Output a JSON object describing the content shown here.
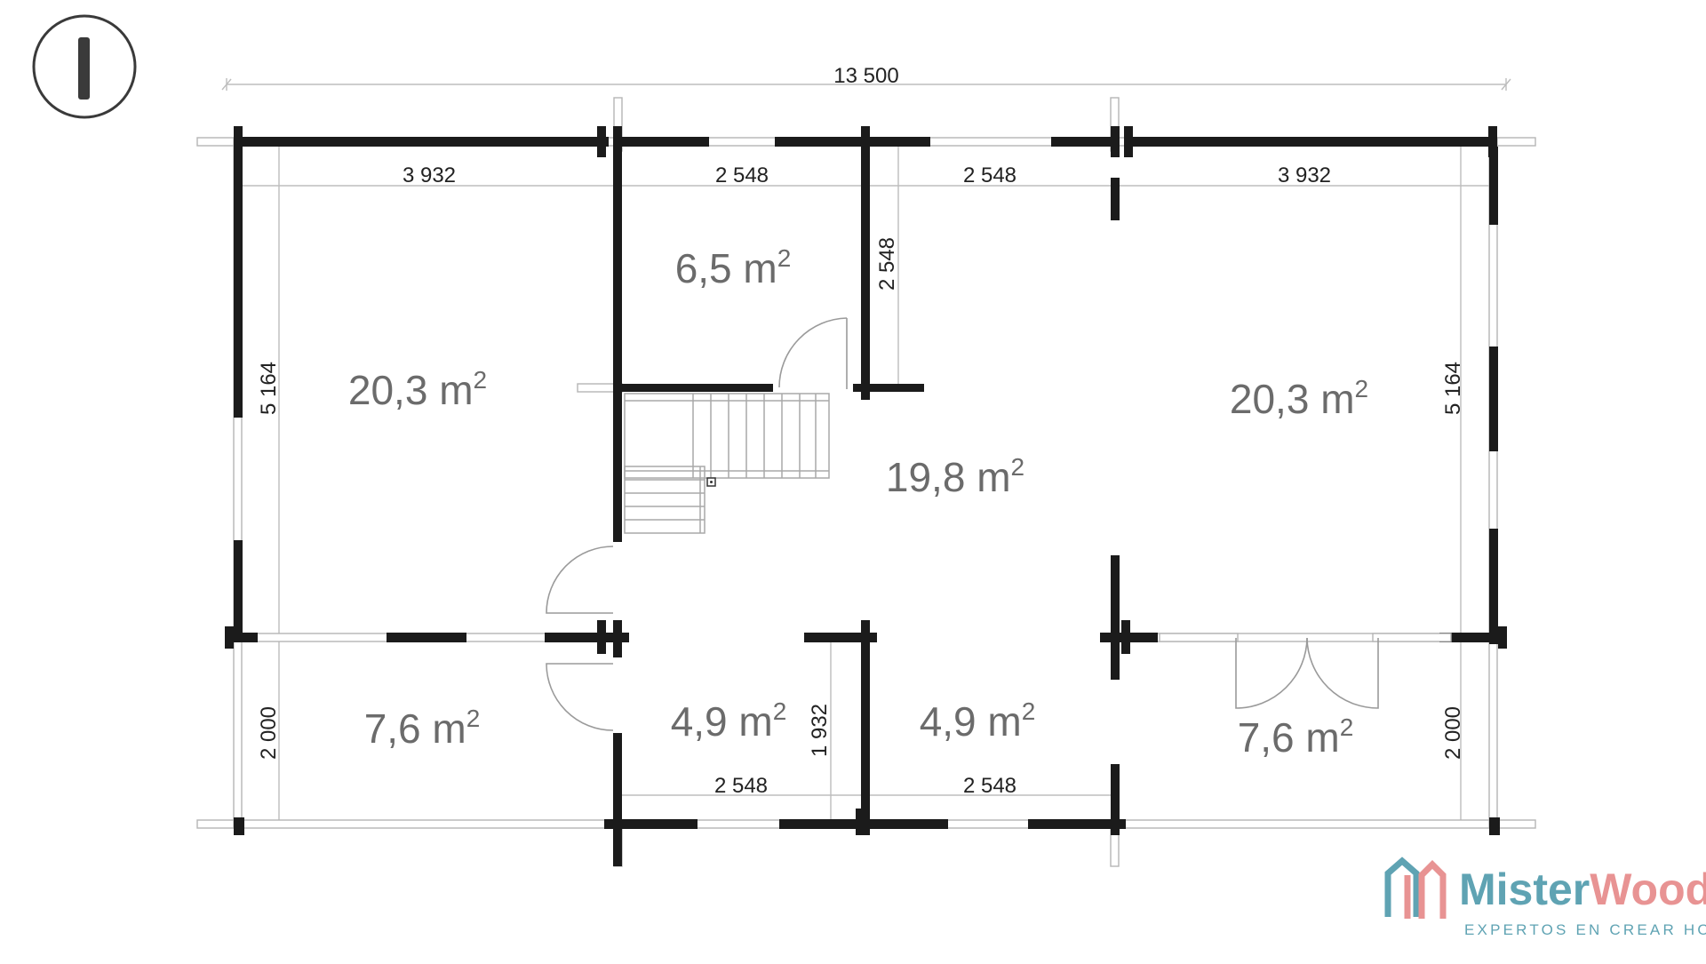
{
  "floor_marker": {
    "label": "I"
  },
  "dimensions": {
    "overall_width": "13 500",
    "top_segments": [
      "3 932",
      "2 548",
      "2 548",
      "3 932"
    ],
    "left_depth": "5 164",
    "right_depth": "5 164",
    "left_front": "2 000",
    "right_front": "2 000",
    "inner_wall": "2 548",
    "bottom_segments": [
      "2 548",
      "2 548"
    ],
    "bottom_inner": "1 932"
  },
  "rooms": [
    {
      "area": "20,3 m",
      "sup": "2"
    },
    {
      "area": "6,5 m",
      "sup": "2"
    },
    {
      "area": "19,8 m",
      "sup": "2"
    },
    {
      "area": "20,3 m",
      "sup": "2"
    },
    {
      "area": "7,6 m",
      "sup": "2"
    },
    {
      "area": "4,9 m",
      "sup": "2"
    },
    {
      "area": "4,9 m",
      "sup": "2"
    },
    {
      "area": "7,6 m",
      "sup": "2"
    }
  ],
  "brand": {
    "name_part1": "Mister",
    "name_part2": "Wood",
    "tagline": "EXPERTOS EN CREAR HOGAR",
    "color_primary": "#5fa3b3",
    "color_accent": "#e89393"
  }
}
